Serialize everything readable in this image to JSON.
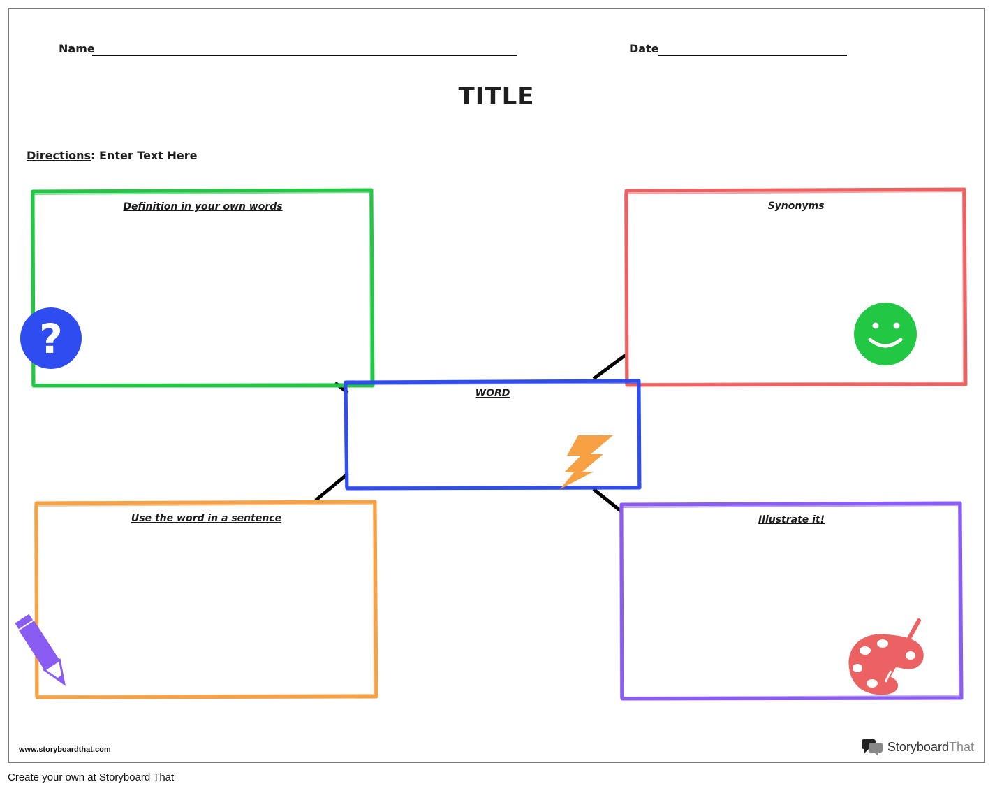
{
  "header": {
    "name_label": "Name",
    "date_label": "Date",
    "title": "TITLE",
    "directions_label": "Directions",
    "directions_text": ": Enter Text Here"
  },
  "boxes": {
    "definition": {
      "heading": "Definition in your own words",
      "color": "#22c744"
    },
    "synonyms": {
      "heading": "Synonyms",
      "color": "#ec6262"
    },
    "word": {
      "heading": "WORD",
      "color": "#2f4cf0"
    },
    "sentence": {
      "heading": "Use the word in a sentence",
      "color": "#f7a144"
    },
    "illustrate": {
      "heading": "Illustrate it!",
      "color": "#8a5cf2"
    }
  },
  "icons": {
    "question": {
      "name": "question-icon",
      "color": "#2f4cf0",
      "glyph": "?"
    },
    "smiley": {
      "name": "smiley-icon",
      "color": "#22c744"
    },
    "lightning": {
      "name": "lightning-icon",
      "color": "#f7a144"
    },
    "pencil": {
      "name": "pencil-icon",
      "color": "#8a5cf2"
    },
    "palette": {
      "name": "palette-icon",
      "color": "#ec6262"
    }
  },
  "footer": {
    "url": "www.storyboardthat.com",
    "brand_dark": "Storyboard",
    "brand_light": "That",
    "caption": "Create your own at Storyboard That"
  }
}
